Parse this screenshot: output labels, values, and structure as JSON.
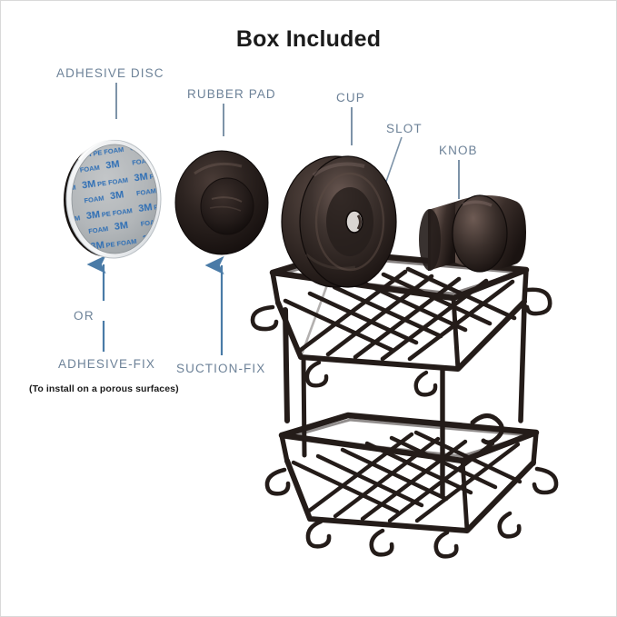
{
  "page": {
    "title": "Box Included",
    "background_color": "#ffffff",
    "border_color": "#d9d9d9",
    "label_color": "#6d8298",
    "arrow_color": "#4a7ba7",
    "product_color": "#2b2320",
    "adhesive_print_color": "#2f6fb5"
  },
  "labels": {
    "adhesive_disc": "ADHESIVE DISC",
    "rubber_pad": "RUBBER PAD",
    "cup": "CUP",
    "slot": "SLOT",
    "knob": "KNOB",
    "or": "OR",
    "adhesive_fix": "ADHESIVE-FIX",
    "suction_fix": "SUCTION-FIX",
    "note": "(To install on a porous surfaces)"
  },
  "adhesive_disc": {
    "brand": "3M",
    "material": "PE FOAM"
  }
}
